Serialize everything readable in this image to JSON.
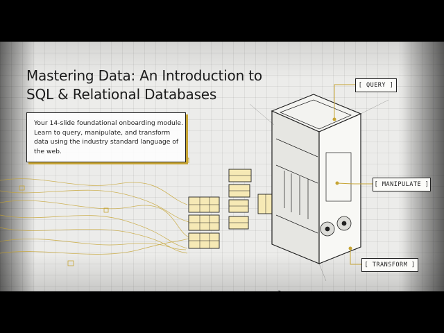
{
  "slide": {
    "title": "Mastering Data: An Introduction to SQL & Relational Databases",
    "description": "Your 14-slide foundational onboarding module. Learn to query, manipulate, and transform data using the industry standard language of the web."
  },
  "callouts": {
    "query": "[ QUERY ]",
    "manipulate": "[ MANIPULATE ]",
    "transform": "[ TRANSFORM ]"
  },
  "colors": {
    "accent_gold": "#c6a433",
    "ink": "#1f1f1f",
    "background": "#ececea"
  },
  "icons": [
    "server-rack-icon",
    "data-table-icon",
    "fan-icon"
  ]
}
